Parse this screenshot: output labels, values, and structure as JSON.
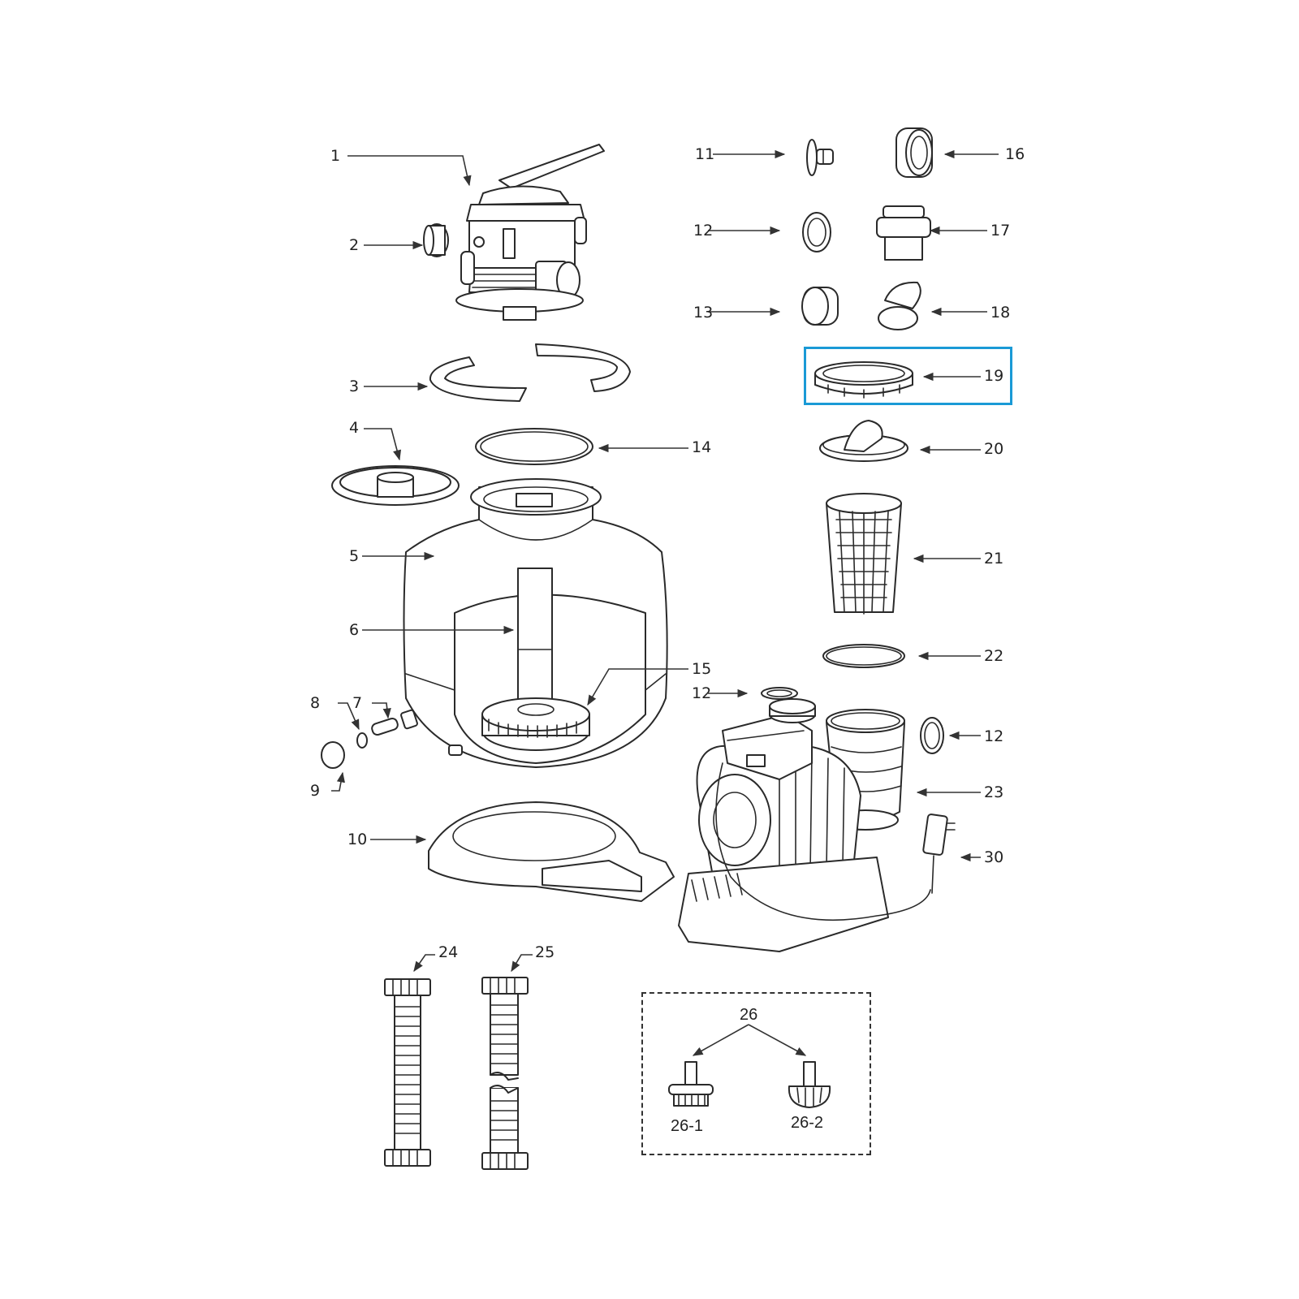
{
  "diagram": {
    "type": "exploded-parts-diagram",
    "subject": "Sand filter pump assembly",
    "highlight": {
      "part": "19",
      "color": "#1a9ad6"
    },
    "labels": {
      "p1": "1",
      "p2": "2",
      "p3": "3",
      "p4": "4",
      "p5": "5",
      "p6": "6",
      "p7": "7",
      "p8": "8",
      "p9": "9",
      "p10": "10",
      "p11": "11",
      "p12a": "12",
      "p12b": "12",
      "p12c": "12",
      "p12d": "12",
      "p13": "13",
      "p14": "14",
      "p15": "15",
      "p16": "16",
      "p17": "17",
      "p18": "18",
      "p19": "19",
      "p20": "20",
      "p21": "21",
      "p22": "22",
      "p23": "23",
      "p24": "24",
      "p25": "25",
      "p26": "26",
      "p26_1": "26-1",
      "p26_2": "26-2",
      "p30": "30"
    }
  }
}
